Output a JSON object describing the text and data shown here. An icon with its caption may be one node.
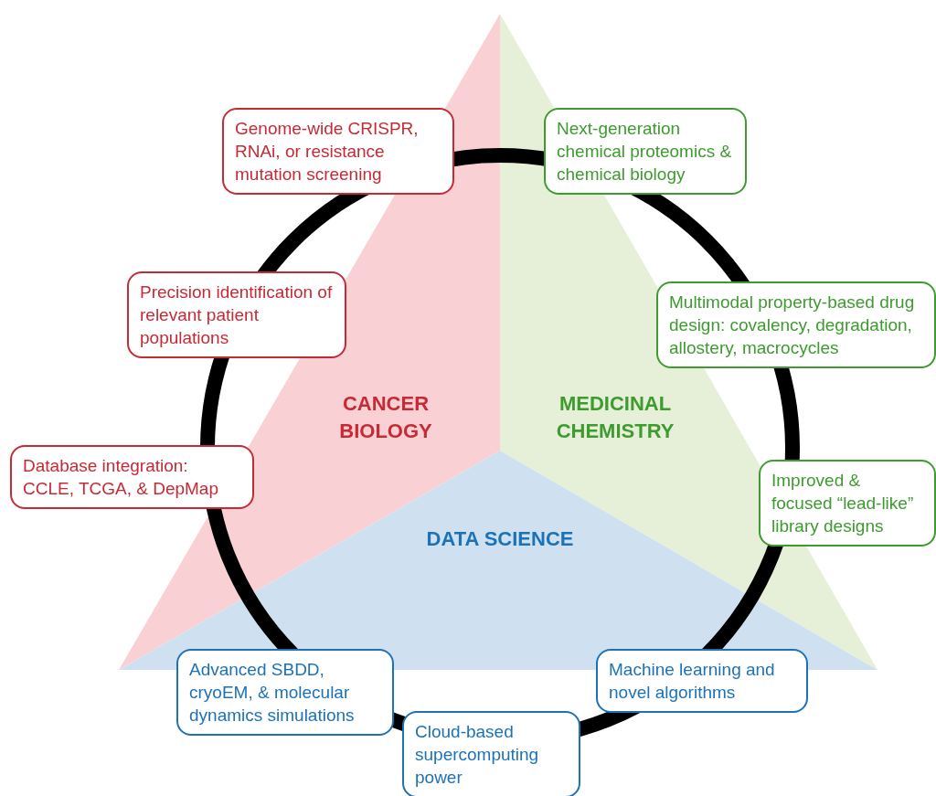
{
  "diagram": {
    "nodes": [
      {
        "text": [
          "CANCER BIOLOGY"
        ]
      },
      {
        "text": [
          "MEDICINAL CHEMISTRY"
        ]
      },
      {
        "text": [
          "DATA SCIENCE"
        ]
      },
      {
        "text": [
          "Genome-wide CRISPR, RNAi, or resistance mutation screening"
        ]
      },
      {
        "text": [
          "Precision identification of relevant patient populations"
        ]
      },
      {
        "text": [
          "Database integration: CCLE, TCGA, & DepMap"
        ]
      },
      {
        "text": [
          "Next-generation chemical proteomics & chemical biology"
        ]
      },
      {
        "text": [
          "Multimodal property-based drug design: covalency, degradation, allostery, macrocycles"
        ]
      },
      {
        "text": [
          "Improved & focused “lead-like” library designs"
        ]
      },
      {
        "text": [
          "Advanced SBDD, cryoEM, & molecular dynamics simulations"
        ]
      },
      {
        "text": [
          "Cloud-based supercomputing power"
        ]
      },
      {
        "text": [
          "Machine learning and novel algorithms"
        ]
      }
    ]
  }
}
